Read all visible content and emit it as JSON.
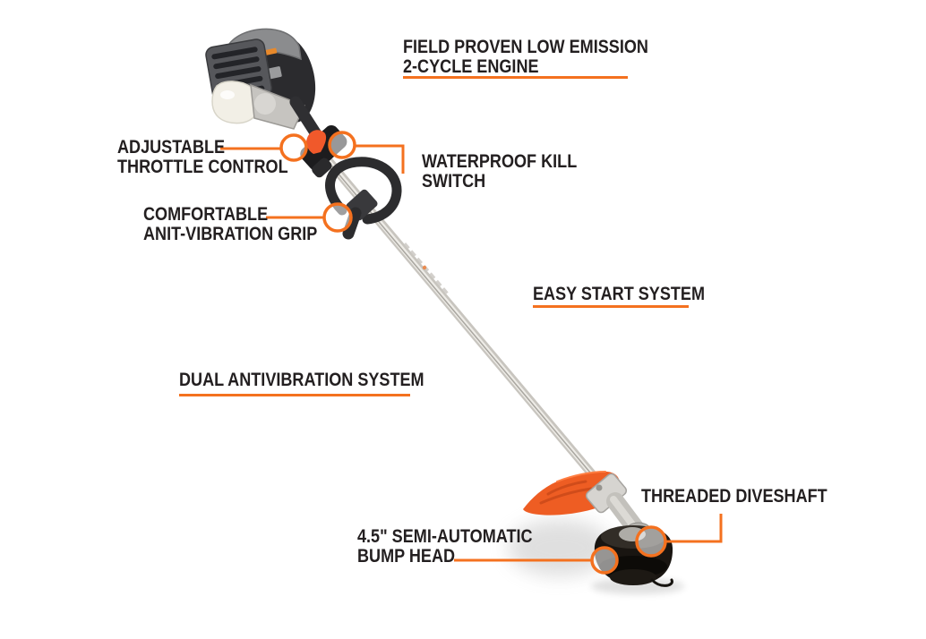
{
  "colors": {
    "accent": "#f4711f",
    "text": "#231f20",
    "guard_orange": "#ee5d23",
    "background": "#ffffff"
  },
  "callouts": [
    {
      "id": "engine",
      "lines": [
        "FIELD PROVEN LOW EMISSION",
        "2-CYCLE ENGINE"
      ],
      "underlined": true
    },
    {
      "id": "throttle",
      "lines": [
        "ADJUSTABLE",
        "THROTTLE CONTROL"
      ],
      "underlined": false
    },
    {
      "id": "kill-switch",
      "lines": [
        "WATERPROOF KILL",
        "SWITCH"
      ],
      "underlined": false
    },
    {
      "id": "grip",
      "lines": [
        "COMFORTABLE",
        "ANIT-VIBRATION GRIP"
      ],
      "underlined": false
    },
    {
      "id": "easy-start",
      "lines": [
        "EASY START SYSTEM"
      ],
      "underlined": true
    },
    {
      "id": "antivibration",
      "lines": [
        "DUAL ANTIVIBRATION SYSTEM"
      ],
      "underlined": true
    },
    {
      "id": "driveshaft",
      "lines": [
        "THREADED DIVESHAFT"
      ],
      "underlined": false
    },
    {
      "id": "bump-head",
      "lines": [
        "4.5\" SEMI-AUTOMATIC",
        "BUMP HEAD"
      ],
      "underlined": false
    }
  ]
}
